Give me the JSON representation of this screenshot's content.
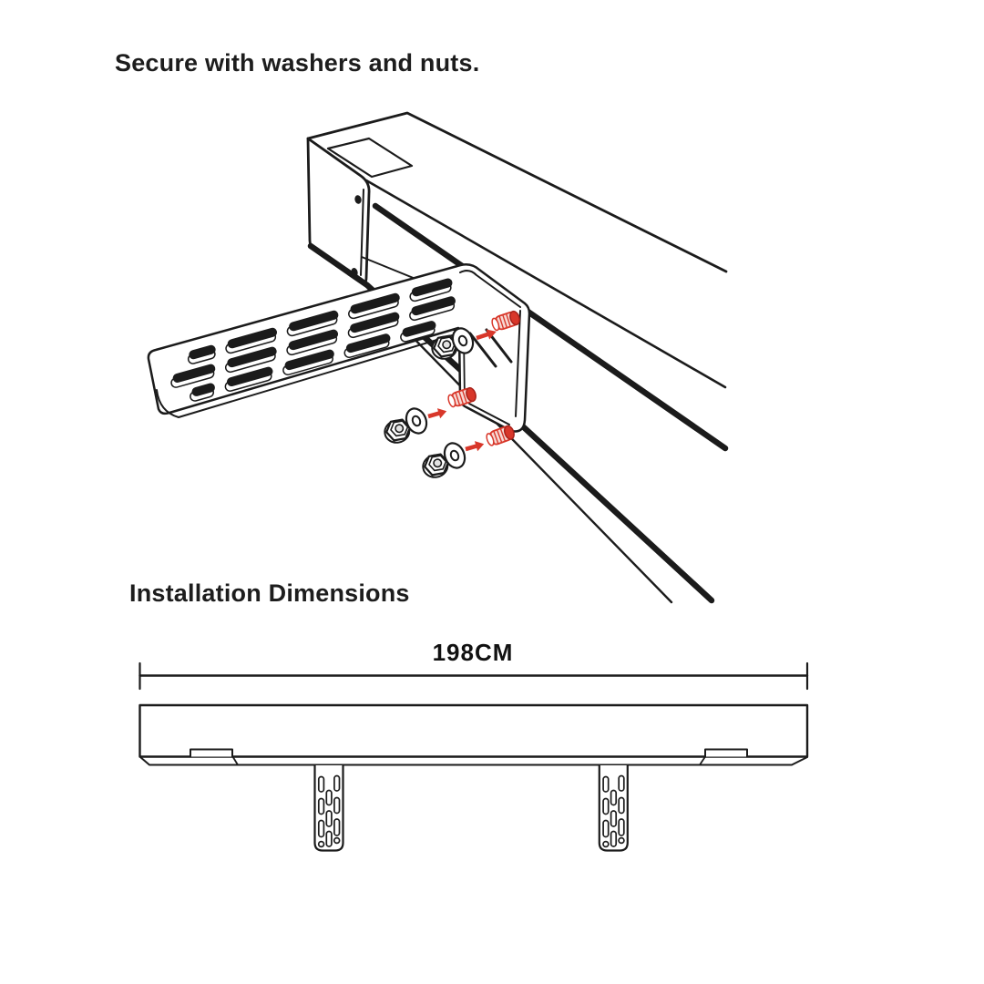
{
  "instruction_step": {
    "caption": "Secure with washers and nuts."
  },
  "installation": {
    "heading": "Installation Dimensions",
    "rail_length_label": "198CM"
  },
  "colors": {
    "line": "#1b1b1b",
    "red": "#d8372a",
    "red_dark": "#a8221a",
    "bolt_body": "#f7d8d3"
  }
}
